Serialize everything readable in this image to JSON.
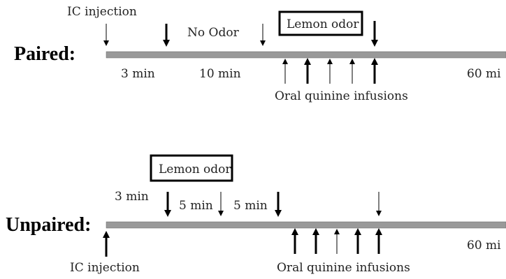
{
  "paired": {
    "title": "Paired:",
    "ic_label": "IC injection",
    "no_odor_label": "No Odor",
    "odor_label": "Lemon odor",
    "t1": "3 min",
    "t2": "10 min",
    "t_end": "60 mi",
    "infusion_label": "Oral quinine infusions"
  },
  "unpaired": {
    "title": "Unpaired:",
    "odor_label": "Lemon odor",
    "t1": "3 min",
    "t2": "5 min",
    "t3": "5 min",
    "t_end": "60 mi",
    "ic_label": "IC injection",
    "infusion_label": "Oral quinine infusions"
  },
  "colors": {
    "timeline_fill": "#999999",
    "arrow": "#000000"
  }
}
